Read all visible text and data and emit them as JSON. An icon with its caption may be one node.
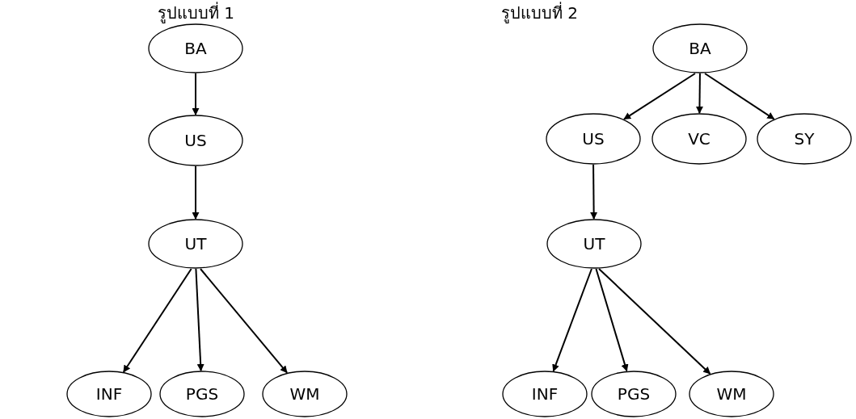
{
  "diagram": {
    "nodes": [
      {
        "text": [
          "BA"
        ]
      },
      {
        "text": [
          "US"
        ]
      },
      {
        "text": [
          "UT"
        ]
      },
      {
        "text": [
          "INF"
        ]
      },
      {
        "text": [
          "PGS"
        ]
      },
      {
        "text": [
          "WM"
        ]
      },
      {
        "text": [
          "BA"
        ]
      },
      {
        "text": [
          "US"
        ]
      },
      {
        "text": [
          "VC"
        ]
      },
      {
        "text": [
          "SY"
        ]
      },
      {
        "text": [
          "UT"
        ]
      },
      {
        "text": [
          "INF"
        ]
      },
      {
        "text": [
          "PGS"
        ]
      },
      {
        "text": [
          "WM"
        ]
      }
    ],
    "edges": [
      {
        "from": 0,
        "to": 1,
        "arrow": "to"
      },
      {
        "from": 1,
        "to": 2,
        "arrow": "to"
      },
      {
        "from": 2,
        "to": 3,
        "arrow": "to"
      },
      {
        "from": 2,
        "to": 4,
        "arrow": "to"
      },
      {
        "from": 2,
        "to": 5,
        "arrow": "to"
      },
      {
        "from": 6,
        "to": 7,
        "arrow": "to"
      },
      {
        "from": 6,
        "to": 8,
        "arrow": "to"
      },
      {
        "from": 6,
        "to": 9,
        "arrow": "to"
      },
      {
        "from": 7,
        "to": 10,
        "arrow": "to"
      },
      {
        "from": 10,
        "to": 11,
        "arrow": "to"
      },
      {
        "from": 10,
        "to": 12,
        "arrow": "to"
      },
      {
        "from": 10,
        "to": 13,
        "arrow": "to"
      }
    ],
    "labels": [
      "รูปแบบที่ 1",
      "รูปแบบที่ 2"
    ]
  }
}
